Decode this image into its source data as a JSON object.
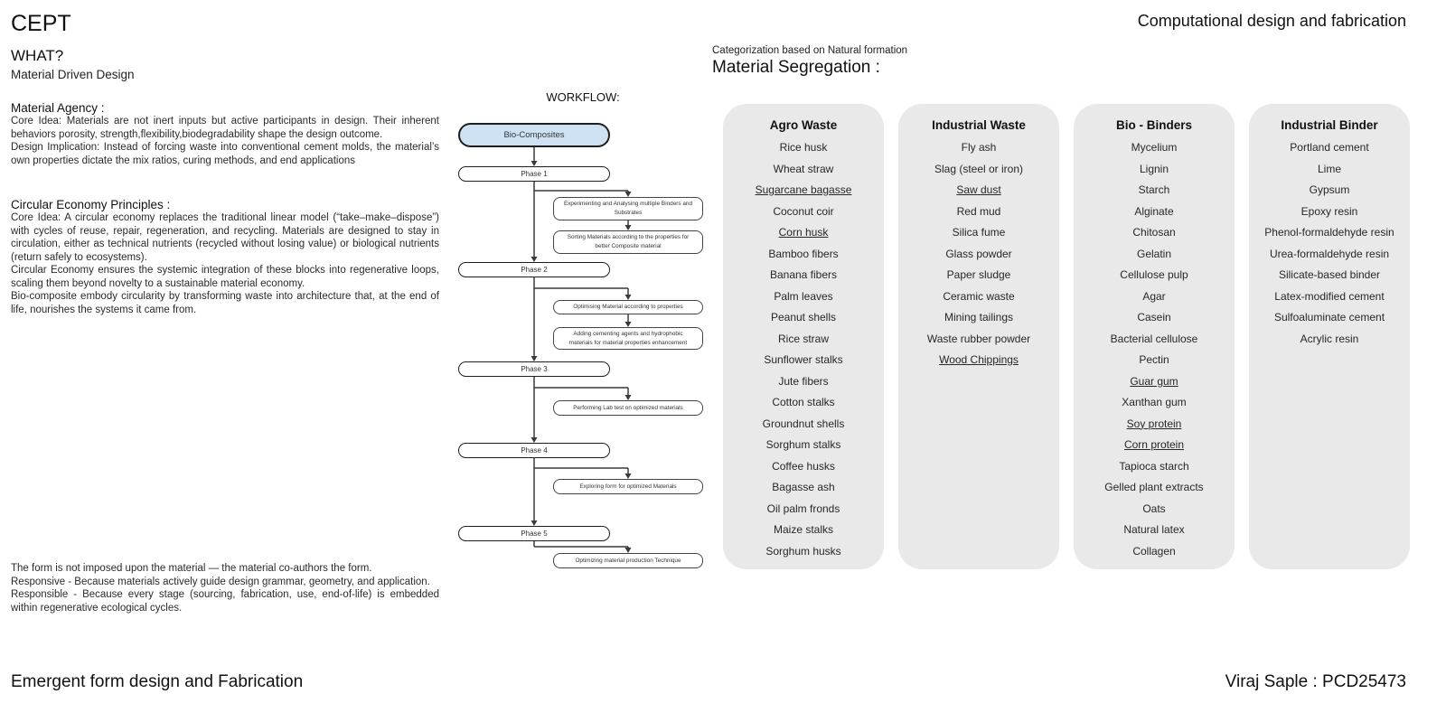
{
  "header": {
    "brand": "CEPT",
    "course_title": "Computational design and fabrication"
  },
  "intro": {
    "what": "WHAT?",
    "subtitle": "Material Driven Design",
    "material_agency_title": "Material Agency :",
    "material_agency_core": "Core Idea: Materials are not inert inputs but active participants in design. Their inherent behaviors porosity, strength,flexibility,biodegradability shape the design outcome.",
    "design_implication": "Design Implication: Instead of forcing waste into conventional cement molds, the material’s own properties dictate the mix ratios, curing methods, and end applications",
    "circular_title": "Circular Economy Principles :",
    "circular_core": "Core Idea:  A circular economy replaces the traditional linear model (“take–make–dispose”) with cycles of reuse, repair, regeneration, and recycling. Materials are designed to stay in circulation, either as technical nutrients (recycled without losing value) or biological nutrients (return safely to ecosystems).",
    "circular_p2": "Circular Economy ensures the systemic integration of these blocks into regenerative loops, scaling them beyond novelty to a sustainable material economy.",
    "circular_p3": "Bio-composite embody circularity by transforming waste into architecture that, at the end of life, nourishes the systems it came from.",
    "form_p1": "The form is not imposed upon the material — the material co-authors the form.",
    "form_p2": "Responsive - Because materials actively guide design grammar, geometry, and application.",
    "form_p3": "Responsible - Because every stage (sourcing, fabrication, use, end-of-life) is embedded within regenerative ecological cycles."
  },
  "workflow": {
    "title": "WORKFLOW:",
    "root": "Bio-Composites",
    "phases": [
      "Phase 1",
      "Phase 2",
      "Phase 3",
      "Phase 4",
      "Phase 5"
    ],
    "steps": [
      "Experimenting and Analysing multiple Binders and Substrates",
      "Sorting Materials according to the properties for better Composite material",
      "Optimising Material according to properties",
      "Adding cementing agents and hydrophobic materials for material properties enhancement",
      "Performing Lab test on optimized materials",
      "Exploring form for optimized Materials",
      "Optimizing material production Technique"
    ]
  },
  "segregation": {
    "kicker": "Categorization based on Natural formation",
    "title": "Material Segregation :",
    "columns": [
      {
        "title": "Agro Waste",
        "items": [
          {
            "label": "Rice husk"
          },
          {
            "label": "Wheat straw"
          },
          {
            "label": "Sugarcane bagasse",
            "underline": true
          },
          {
            "label": "Coconut coir"
          },
          {
            "label": "Corn husk",
            "underline": true
          },
          {
            "label": "Bamboo fibers"
          },
          {
            "label": "Banana fibers"
          },
          {
            "label": "Palm leaves"
          },
          {
            "label": "Peanut shells"
          },
          {
            "label": "Rice straw"
          },
          {
            "label": "Sunflower stalks"
          },
          {
            "label": "Jute fibers"
          },
          {
            "label": "Cotton stalks"
          },
          {
            "label": "Groundnut shells"
          },
          {
            "label": "Sorghum stalks"
          },
          {
            "label": "Coffee husks"
          },
          {
            "label": "Bagasse ash"
          },
          {
            "label": "Oil palm fronds"
          },
          {
            "label": "Maize stalks"
          },
          {
            "label": "Sorghum husks"
          }
        ]
      },
      {
        "title": "Industrial Waste",
        "items": [
          {
            "label": "Fly ash"
          },
          {
            "label": "Slag (steel or iron)"
          },
          {
            "label": "Saw dust",
            "underline": true
          },
          {
            "label": "Red mud"
          },
          {
            "label": "Silica fume"
          },
          {
            "label": "Glass powder"
          },
          {
            "label": "Paper sludge"
          },
          {
            "label": "Ceramic waste"
          },
          {
            "label": "Mining tailings"
          },
          {
            "label": "Waste rubber powder"
          },
          {
            "label": "Wood Chippings",
            "underline": true
          }
        ]
      },
      {
        "title": "Bio - Binders",
        "items": [
          {
            "label": "Mycelium"
          },
          {
            "label": "Lignin"
          },
          {
            "label": "Starch"
          },
          {
            "label": "Alginate"
          },
          {
            "label": "Chitosan"
          },
          {
            "label": "Gelatin"
          },
          {
            "label": "Cellulose pulp"
          },
          {
            "label": "Agar"
          },
          {
            "label": "Casein"
          },
          {
            "label": "Bacterial cellulose"
          },
          {
            "label": "Pectin"
          },
          {
            "label": "Guar gum",
            "underline": true
          },
          {
            "label": "Xanthan gum"
          },
          {
            "label": "Soy protein",
            "underline": true
          },
          {
            "label": "Corn protein",
            "underline": true
          },
          {
            "label": "Tapioca starch"
          },
          {
            "label": "Gelled plant extracts"
          },
          {
            "label": "Oats"
          },
          {
            "label": "Natural latex"
          },
          {
            "label": "Collagen"
          }
        ]
      },
      {
        "title": "Industrial Binder",
        "items": [
          {
            "label": "Portland cement"
          },
          {
            "label": "Lime"
          },
          {
            "label": "Gypsum"
          },
          {
            "label": "Epoxy resin"
          },
          {
            "label": "Phenol-formaldehyde resin"
          },
          {
            "label": "Urea-formaldehyde resin"
          },
          {
            "label": "Silicate-based binder"
          },
          {
            "label": "Latex-modified cement"
          },
          {
            "label": "Sulfoaluminate cement"
          },
          {
            "label": "Acrylic resin"
          }
        ]
      }
    ]
  },
  "footer": {
    "left": "Emergent form design and Fabrication",
    "right": "Viraj Saple : PCD25473"
  },
  "colors": {
    "root_node_fill": "#cfe2f3",
    "panel_bg": "#e9e9e9",
    "line": "#3a3a3a"
  }
}
